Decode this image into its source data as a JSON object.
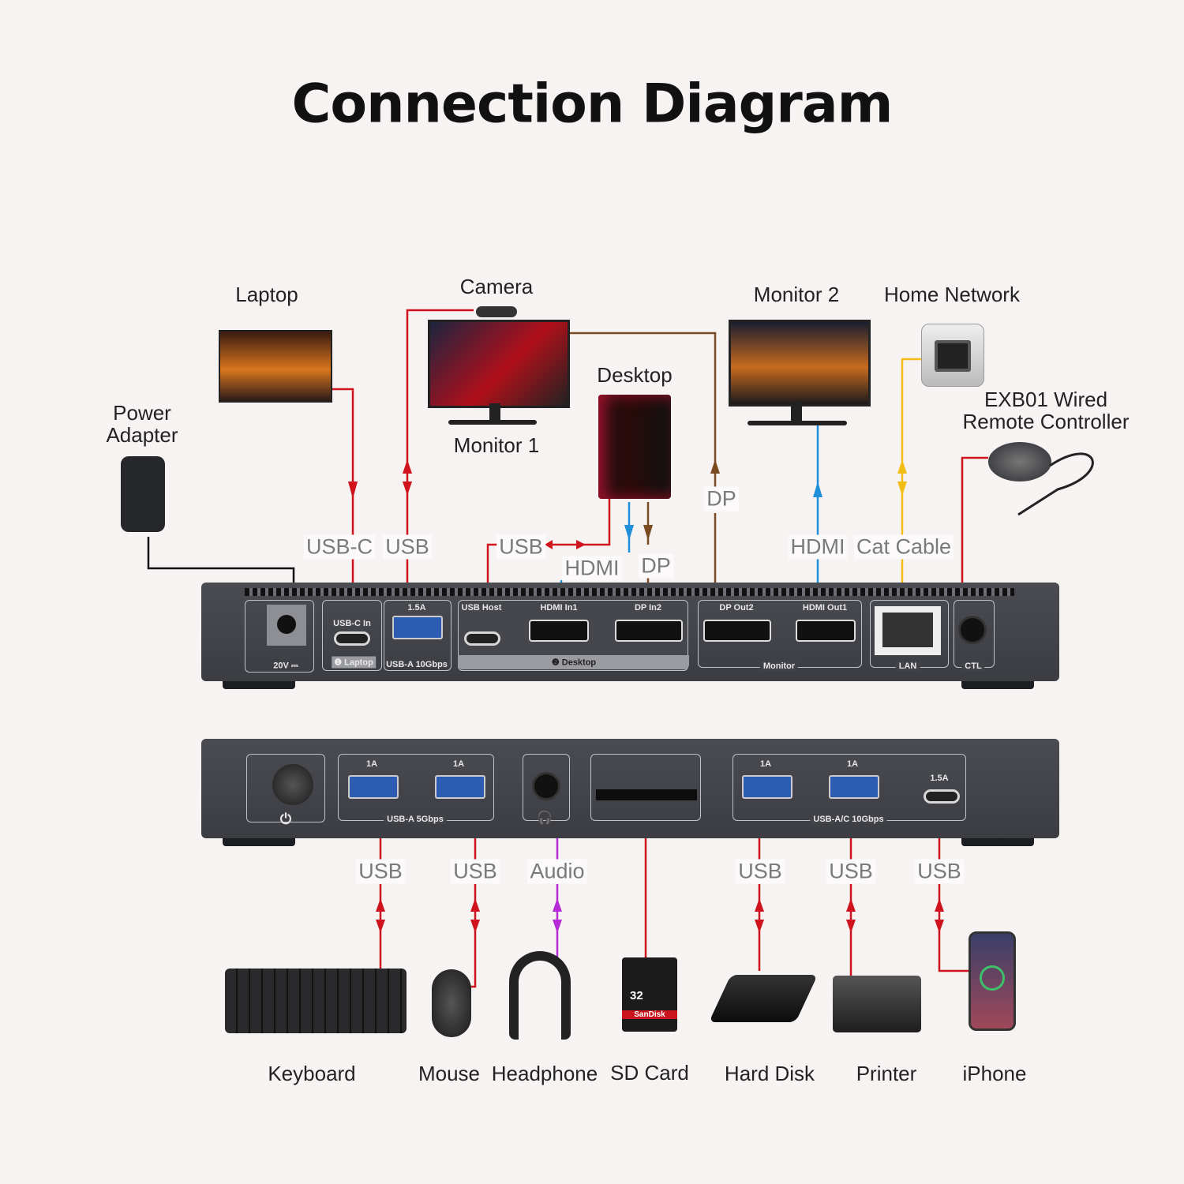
{
  "title": "Connection Diagram",
  "colors": {
    "usb": "#d0141e",
    "power": "#111111",
    "hdmi": "#1e8fd8",
    "dp": "#7a4a21",
    "lan": "#f2be15",
    "audio": "#b52bd6",
    "background": "#f7f3f2",
    "dock": "#404247"
  },
  "devices": {
    "laptop": "Laptop",
    "camera": "Camera",
    "monitor2": "Monitor 2",
    "home_network": "Home Network",
    "desktop": "Desktop",
    "power_adapter": [
      "Power",
      "Adapter"
    ],
    "monitor1": "Monitor 1",
    "remote": [
      "EXB01 Wired",
      "Remote Controller"
    ],
    "keyboard": "Keyboard",
    "mouse": "Mouse",
    "headphone": "Headphone",
    "sd_card": "SD Card",
    "hard_disk": "Hard Disk",
    "printer": "Printer",
    "iphone": "iPhone"
  },
  "cables_top": {
    "usbc": "USB-C",
    "usb_laptop": "USB",
    "usb_host": "USB",
    "hdmi_in": "HDMI",
    "dp_in": "DP",
    "dp_out": "DP",
    "hdmi_out": "HDMI",
    "cat": "Cat Cable"
  },
  "cables_bottom": {
    "usb1": "USB",
    "usb2": "USB",
    "audio": "Audio",
    "usb3": "USB",
    "usb4": "USB",
    "usb5": "USB"
  },
  "rear_ports": {
    "power": "20V ⎓",
    "usbc_in": "USB-C In",
    "laptop_group": "❶ Laptop",
    "usba_current": "1.5A",
    "usba_label": "USB-A 10Gbps",
    "usb_host": "USB Host",
    "hdmi_in1": "HDMI In1",
    "dp_in2": "DP In2",
    "desktop_group": "❷ Desktop",
    "dp_out2": "DP Out2",
    "hdmi_out1": "HDMI Out1",
    "monitor_group": "Monitor",
    "lan": "LAN",
    "ctl": "CTL"
  },
  "front_ports": {
    "a1": "1A",
    "a2": "1A",
    "usba5": "USB-A 5Gbps",
    "a3": "1A",
    "a4": "1A",
    "c_current": "1.5A",
    "usbac10": "USB-A/C 10Gbps"
  },
  "sd_card_text": {
    "capacity": "32",
    "brand": "SanDisk"
  }
}
